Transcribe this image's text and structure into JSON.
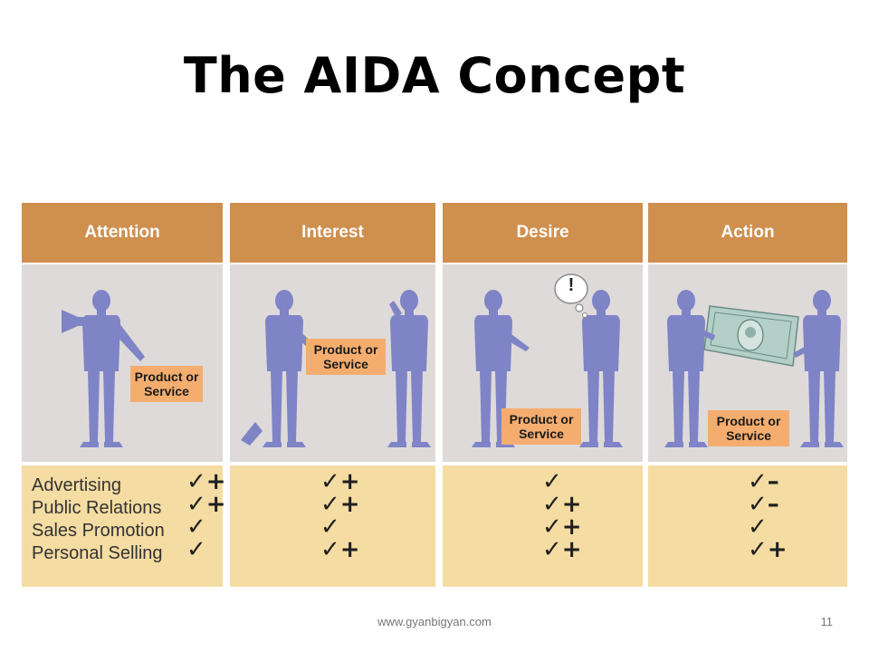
{
  "title": "The AIDA Concept",
  "colors": {
    "header": "#cf8f4f",
    "illustration_bg": "#dedad9",
    "checks_bg": "#f4dca2",
    "label_bg": "#f4ad6f",
    "figure": "#7f84c7"
  },
  "columns": [
    {
      "heading": "Attention",
      "label": "Product or Service",
      "checks": [
        "✓+",
        "✓+",
        "✓",
        "✓"
      ]
    },
    {
      "heading": "Interest",
      "label": "Product or Service",
      "checks": [
        "✓+",
        "✓+",
        "✓",
        "✓+"
      ]
    },
    {
      "heading": "Desire",
      "label": "Product or Service",
      "checks": [
        "✓",
        "✓+",
        "✓+",
        "✓+"
      ]
    },
    {
      "heading": "Action",
      "label": "Product or Service",
      "checks": [
        "✓–",
        "✓–",
        "✓",
        "✓+"
      ]
    }
  ],
  "media": [
    "Advertising",
    "Public Relations",
    "Sales Promotion",
    "Personal Selling"
  ],
  "thought_bubble": "!",
  "footer": {
    "website": "www.gyanbigyan.com",
    "page_number": "11"
  }
}
